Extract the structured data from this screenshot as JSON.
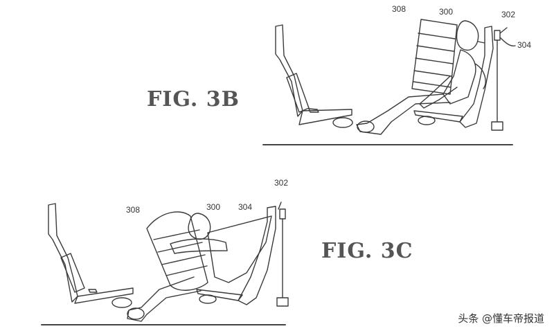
{
  "figures": [
    {
      "title": "FIG. 3B",
      "refs": {
        "r308": "308",
        "r300": "300",
        "r302": "302",
        "r304": "304"
      }
    },
    {
      "title": "FIG. 3C",
      "refs": {
        "r308": "308",
        "r300": "300",
        "r302": "302",
        "r304": "304"
      }
    }
  ],
  "watermark": "头条 @懂车帝报道",
  "colors": {
    "line": "#3a3a3a",
    "ground": "#444444",
    "title": "#555555"
  }
}
